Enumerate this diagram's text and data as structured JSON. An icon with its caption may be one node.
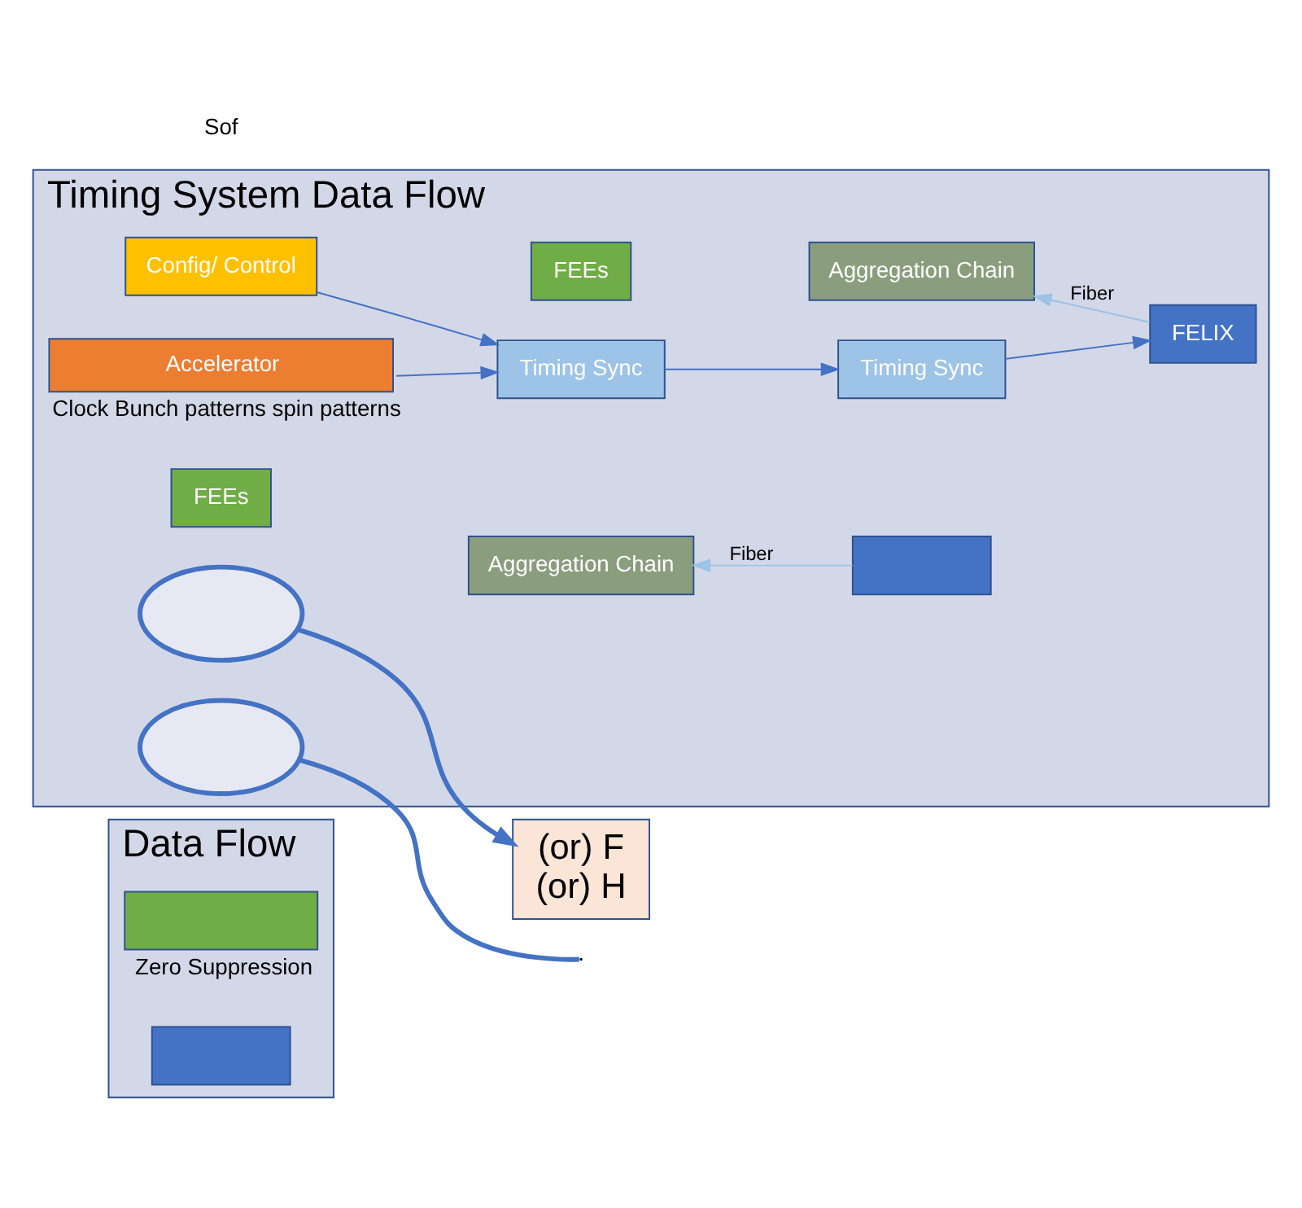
{
  "diagram": {
    "nodes": [
      {
        "text": [
          "Data Flow"
        ]
      },
      {
        "text": [],
        "shape": "box",
        "in": 0,
        "beside": [
          "Zero Suppression"
        ]
      },
      {
        "text": [],
        "shape": "box",
        "in": 0
      },
      {
        "text": [
          "(or) F",
          "(or) H"
        ]
      },
      {
        "text": [
          "Timing System Data Flow"
        ]
      },
      {
        "text": [
          "FEEs"
        ],
        "in": 4
      },
      {
        "text": [
          "Aggregation Chain"
        ],
        "in": 4
      },
      {
        "text": [],
        "shape": "box",
        "in": 4
      },
      {
        "text": [
          "FEEs"
        ],
        "in": 4
      },
      {
        "text": [
          "Aggregation Chain"
        ],
        "in": 4
      },
      {
        "text": [
          "FELIX"
        ],
        "in": 4
      },
      {
        "text": [
          "Accelerator"
        ],
        "in": 4,
        "beside": [
          "Clock Bunch patterns spin patterns"
        ]
      },
      {
        "text": [
          "Timing Sync"
        ],
        "in": 4
      },
      {
        "text": [
          "Timing Sync"
        ],
        "in": 4
      },
      {
        "text": [
          "Config/ Control"
        ],
        "in": 4
      },
      {
        "text": [],
        "shape": "ellipse",
        "in": 4
      },
      {
        "text": [],
        "shape": "ellipse",
        "in": 4
      }
    ],
    "edges": [
      {
        "from": 7,
        "to": 6,
        "arrow": "to",
        "label": "Fiber",
        "color": "#9dc3e6"
      },
      {
        "from": 10,
        "to": 9,
        "arrow": "to",
        "label": "Fiber",
        "color": "#9dc3e6"
      },
      {
        "from": 11,
        "to": 12,
        "arrow": "to"
      },
      {
        "from": 12,
        "to": 13,
        "arrow": "to"
      },
      {
        "from": 14,
        "to": 12,
        "arrow": "to"
      },
      {
        "from": 13,
        "to": 10,
        "arrow": "to"
      },
      {
        "from": 15,
        "to": 3,
        "arrow": "to",
        "style": "thick"
      },
      {
        "from": 16,
        "to": null,
        "arrow": "none",
        "style": "thick"
      }
    ],
    "labels": [
      "Sof"
    ]
  }
}
